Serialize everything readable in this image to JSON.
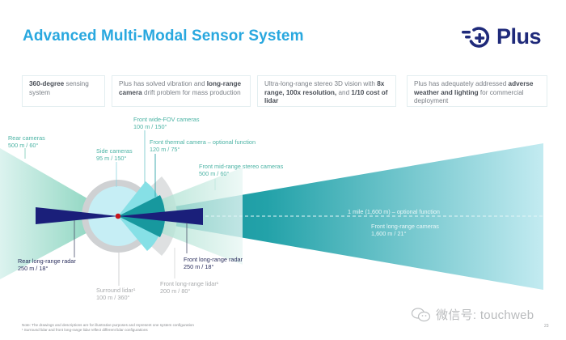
{
  "title": "Advanced Multi-Modal Sensor System",
  "logo": {
    "text": "Plus",
    "icon": "plus-brand-icon"
  },
  "cards": [
    {
      "parts": [
        {
          "t": "360-degree",
          "b": true
        },
        {
          "t": " sensing system",
          "b": false
        }
      ]
    },
    {
      "parts": [
        {
          "t": "Plus has solved vibration and ",
          "b": false
        },
        {
          "t": "long-range camera",
          "b": true
        },
        {
          "t": " drift problem for mass production",
          "b": false
        }
      ]
    },
    {
      "parts": [
        {
          "t": "Ultra-long-range stereo 3D vision with ",
          "b": false
        },
        {
          "t": "8x range, 100x resolution,",
          "b": true
        },
        {
          "t": " and ",
          "b": false
        },
        {
          "t": "1/10 cost of lidar",
          "b": true
        }
      ]
    },
    {
      "parts": [
        {
          "t": "Plus has adequately addressed ",
          "b": false
        },
        {
          "t": "adverse weather and lighting",
          "b": true
        },
        {
          "t": " for commercial deployment",
          "b": false
        }
      ]
    }
  ],
  "sensors": {
    "rear_cameras": {
      "name": "Rear cameras",
      "spec": "500 m / 60°"
    },
    "side_cameras": {
      "name": "Side cameras",
      "spec": "95 m / 150°"
    },
    "front_wide_fov": {
      "name": "Front wide-FOV cameras",
      "spec": "100 m / 150°"
    },
    "front_thermal": {
      "name": "Front thermal camera – optional function",
      "spec": "120 m / 75°"
    },
    "front_mid_stereo": {
      "name": "Front mid-range stereo cameras",
      "spec": "500 m / 60°"
    },
    "rear_radar": {
      "name": "Rear long-range radar",
      "spec": "250 m / 18°"
    },
    "front_radar": {
      "name": "Front long-range radar",
      "spec": "250 m / 18°"
    },
    "surround_lidar": {
      "name": "Surround lidar¹",
      "spec": "100 m / 360°"
    },
    "front_lidar": {
      "name": "Front long-range lidar¹",
      "spec": "200 m / 80°"
    },
    "front_long_cameras": {
      "name": "Front long-range cameras",
      "spec": "1,600 m / 21°"
    },
    "optional_mile": {
      "name": "1 mile (1,600 m) – optional function"
    }
  },
  "colors": {
    "title": "#29a8df",
    "brand": "#1f2a7a",
    "radar": "#1a1f7a",
    "teal_dark": "#1a9aa0",
    "teal_light": "#bfeaf0",
    "green": "#8fd6c0",
    "lidar_gray": "#cdcfd1",
    "center_dot": "#c8141c"
  },
  "footer": {
    "note": "Note: The drawings and descriptions are for illustrative purposes and represent one system configuration",
    "footnote": "¹ Surround lidar and front long-range lidar reflect different lidar configurations",
    "watermark": "微信号: touchweb",
    "page": "23"
  }
}
